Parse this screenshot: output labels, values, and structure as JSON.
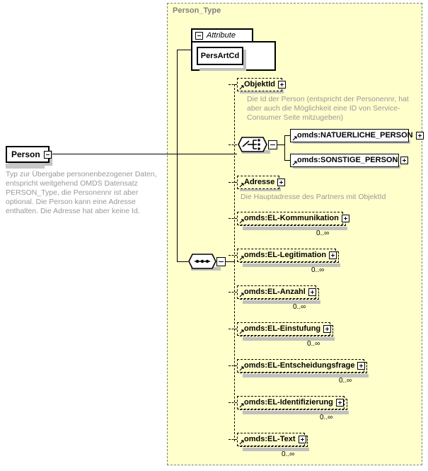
{
  "diagram": {
    "title": "Person_Type",
    "type": "xsd-schema-diagram"
  },
  "root": {
    "label": "Person",
    "toggle_icon": "minus-box-icon",
    "documentation": "Typ zur Übergabe personenbezogener Daten, entspricht weitgehend OMDS Datensatz PERSON_Type, die Personennr ist aber optional. Die Person kann eine Adresse enthalten. Die Adresse hat aber keine Id."
  },
  "attributes": {
    "header_label": "Attribute",
    "header_toggle_icon": "minus-box-icon",
    "items": [
      {
        "label": "PersArtCd"
      }
    ]
  },
  "compositors": {
    "choice": {
      "icon": "choice-compositor-icon",
      "toggle_icon": "minus-box-icon"
    },
    "sequence": {
      "icon": "sequence-compositor-icon",
      "toggle_icon": "minus-box-icon"
    }
  },
  "nodes": {
    "objektid": {
      "label": "ObjektId",
      "expand_icon": "plus-box-icon",
      "style": "dashed",
      "documentation": "Die Id der Person (entspricht der Personennr, hat aber auch die Möglichkeit eine ID von Service-Consumer Seite mitzugeben)"
    },
    "natuerliche_person": {
      "label": "omds:NATUERLICHE_PERSON",
      "expand_icon": "plus-box-icon",
      "style": "solid"
    },
    "sonstige_person": {
      "label": "omds:SONSTIGE_PERSON",
      "expand_icon": "plus-box-icon",
      "style": "solid"
    },
    "adresse": {
      "label": "Adresse",
      "expand_icon": "plus-box-icon",
      "style": "dashed",
      "documentation": "Die Hauptadresse des Partners mit ObjektId"
    },
    "el_kommunikation": {
      "label": "omds:EL-Kommunikation",
      "expand_icon": "plus-box-icon",
      "style": "dashed",
      "occurs": "0..∞"
    },
    "el_legitimation": {
      "label": "omds:EL-Legitimation",
      "expand_icon": "plus-box-icon",
      "style": "dashed",
      "occurs": "0..∞"
    },
    "el_anzahl": {
      "label": "omds:EL-Anzahl",
      "expand_icon": "plus-box-icon",
      "style": "dashed",
      "occurs": "0..∞"
    },
    "el_einstufung": {
      "label": "omds:EL-Einstufung",
      "expand_icon": "plus-box-icon",
      "style": "dashed",
      "occurs": "0..∞"
    },
    "el_entscheidungsfrage": {
      "label": "omds:EL-Entscheidungsfrage",
      "expand_icon": "plus-box-icon",
      "style": "dashed",
      "occurs": "0..∞"
    },
    "el_identifizierung": {
      "label": "omds:EL-Identifizierung",
      "expand_icon": "plus-box-icon",
      "style": "dashed",
      "occurs": "0..∞"
    },
    "el_text": {
      "label": "omds:EL-Text",
      "expand_icon": "plus-box-icon",
      "style": "dashed",
      "occurs": "0..∞"
    }
  },
  "colors": {
    "container_background": "#ffffcc",
    "container_border": "#808080",
    "node_border": "#000000",
    "documentation_text": "#999999",
    "shadow": "#c0c0c0"
  }
}
